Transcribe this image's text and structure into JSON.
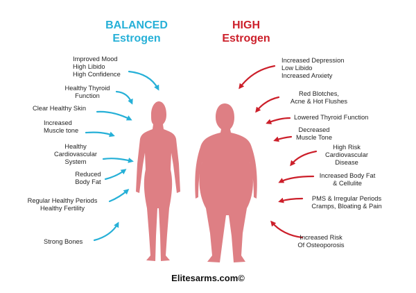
{
  "headings": {
    "balanced_line1": "BALANCED",
    "balanced_line2": "Estrogen",
    "high_line1": "HIGH",
    "high_line2": "Estrogen"
  },
  "left_labels": [
    {
      "lines": [
        "Improved Mood",
        "High Libido",
        "High Confidence"
      ]
    },
    {
      "lines": [
        "Healthy Thyroid",
        "Function"
      ]
    },
    {
      "lines": [
        "Clear Healthy Skin"
      ]
    },
    {
      "lines": [
        "Increased",
        "Muscle tone"
      ]
    },
    {
      "lines": [
        "Healthy",
        "Cardiovascular",
        "System"
      ]
    },
    {
      "lines": [
        "Reduced",
        "Body Fat"
      ]
    },
    {
      "lines": [
        "Regular Healthy Periods",
        "Healthy Fertility"
      ]
    },
    {
      "lines": [
        "Strong Bones"
      ]
    }
  ],
  "right_labels": [
    {
      "lines": [
        "Increased Depression",
        "Low Libido",
        "Increased Anxiety"
      ]
    },
    {
      "lines": [
        "Red Blotches,",
        "Acne & Hot Flushes"
      ]
    },
    {
      "lines": [
        "Lowered Thyroid Function"
      ]
    },
    {
      "lines": [
        "Decreased",
        "Muscle Tone"
      ]
    },
    {
      "lines": [
        "High Risk",
        "Cardiovascular",
        "Disease"
      ]
    },
    {
      "lines": [
        "Increased Body Fat",
        "& Cellulite"
      ]
    },
    {
      "lines": [
        "PMS & Irregular Periods",
        "Cramps, Bloating & Pain"
      ]
    },
    {
      "lines": [
        "Increased Risk",
        "Of Osteoporosis"
      ]
    }
  ],
  "footer": "Elitesarms.com©",
  "colors": {
    "balanced": "#26b0d7",
    "high": "#cc1f2a",
    "body_fill": "#de7f84",
    "text": "#222222"
  },
  "icons": [
    "arrow-icon",
    "female-silhouette-slim",
    "female-silhouette-overweight"
  ]
}
